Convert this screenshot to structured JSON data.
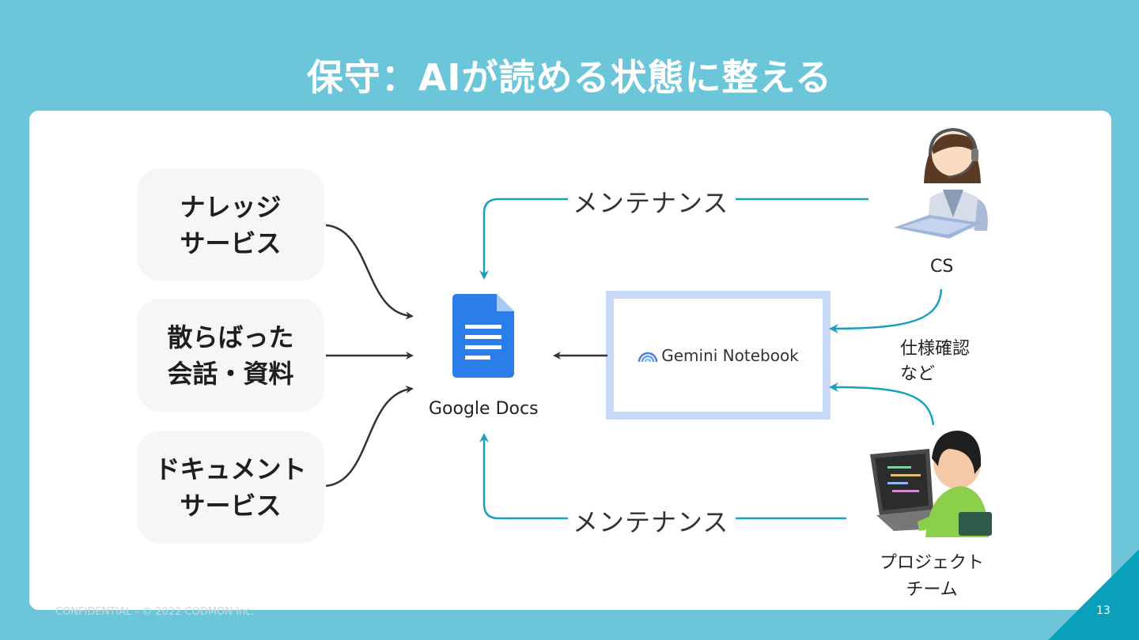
{
  "slide": {
    "title": "保守：AIが読める状態に整える",
    "footer": "CONFIDENTIAL - © 2022 CODMON Inc.",
    "page_number": "13"
  },
  "sources": [
    {
      "line1": "ナレッジ",
      "line2": "サービス"
    },
    {
      "line1": "散らばった",
      "line2": "会話・資料"
    },
    {
      "line1": "ドキュメント",
      "line2": "サービス"
    }
  ],
  "center": {
    "label": "Google Docs"
  },
  "gemini": {
    "label": "Gemini Notebook"
  },
  "actors": {
    "cs": "CS",
    "team_line1": "プロジェクト",
    "team_line2": "チーム"
  },
  "edges": {
    "maintenance_top": "メンテナンス",
    "maintenance_bottom": "メンテナンス",
    "spec_check_line1": "仕様確認",
    "spec_check_line2": "など"
  },
  "colors": {
    "background": "#6ac6d8",
    "accent_arrow": "#1a9fbf",
    "docs_blue": "#2b7de9",
    "gemini_frame": "#c9daf8"
  }
}
